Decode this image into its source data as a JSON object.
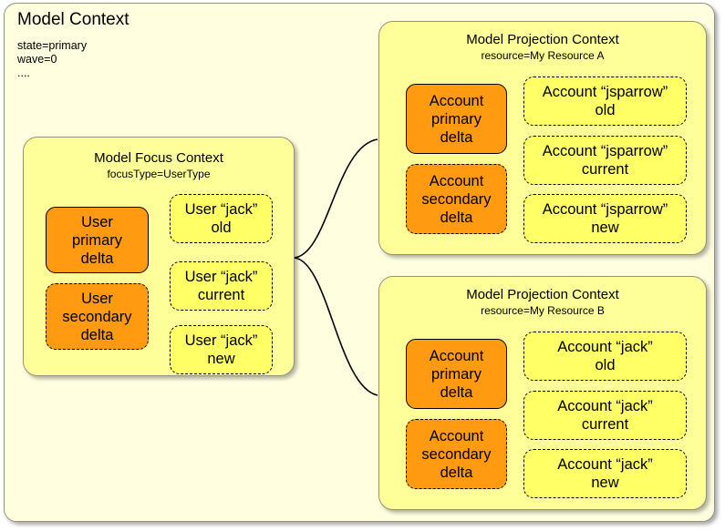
{
  "model_context": {
    "title": "Model Context",
    "properties": [
      "state=primary",
      "wave=0",
      "...."
    ]
  },
  "focus_context": {
    "title": "Model Focus Context",
    "subtitle": "focusType=UserType",
    "deltas": [
      {
        "line1": "User",
        "line2": "primary",
        "line3": "delta",
        "border": "solid"
      },
      {
        "line1": "User",
        "line2": "secondary",
        "line3": "delta",
        "border": "dashed"
      }
    ],
    "states": [
      {
        "line1": "User “jack”",
        "line2": "old"
      },
      {
        "line1": "User “jack”",
        "line2": "current"
      },
      {
        "line1": "User “jack”",
        "line2": "new"
      }
    ]
  },
  "projection_contexts": [
    {
      "title": "Model Projection Context",
      "subtitle": "resource=My Resource A",
      "deltas": [
        {
          "line1": "Account",
          "line2": "primary",
          "line3": "delta",
          "border": "solid"
        },
        {
          "line1": "Account",
          "line2": "secondary",
          "line3": "delta",
          "border": "dashed"
        }
      ],
      "states": [
        {
          "line1": "Account “jsparrow”",
          "line2": "old"
        },
        {
          "line1": "Account “jsparrow”",
          "line2": "current"
        },
        {
          "line1": "Account “jsparrow”",
          "line2": "new"
        }
      ]
    },
    {
      "title": "Model Projection Context",
      "subtitle": "resource=My Resource B",
      "deltas": [
        {
          "line1": "Account",
          "line2": "primary",
          "line3": "delta",
          "border": "solid"
        },
        {
          "line1": "Account",
          "line2": "secondary",
          "line3": "delta",
          "border": "dashed"
        }
      ],
      "states": [
        {
          "line1": "Account “jack”",
          "line2": "old"
        },
        {
          "line1": "Account “jack”",
          "line2": "current"
        },
        {
          "line1": "Account “jack”",
          "line2": "new"
        }
      ]
    }
  ],
  "colors": {
    "outer_background": "#ffffe0",
    "panel_background": "#ffff99",
    "delta_fill": "#ff9a11",
    "state_fill": "#ffff66",
    "border": "#000000",
    "panel_border": "#999179"
  }
}
